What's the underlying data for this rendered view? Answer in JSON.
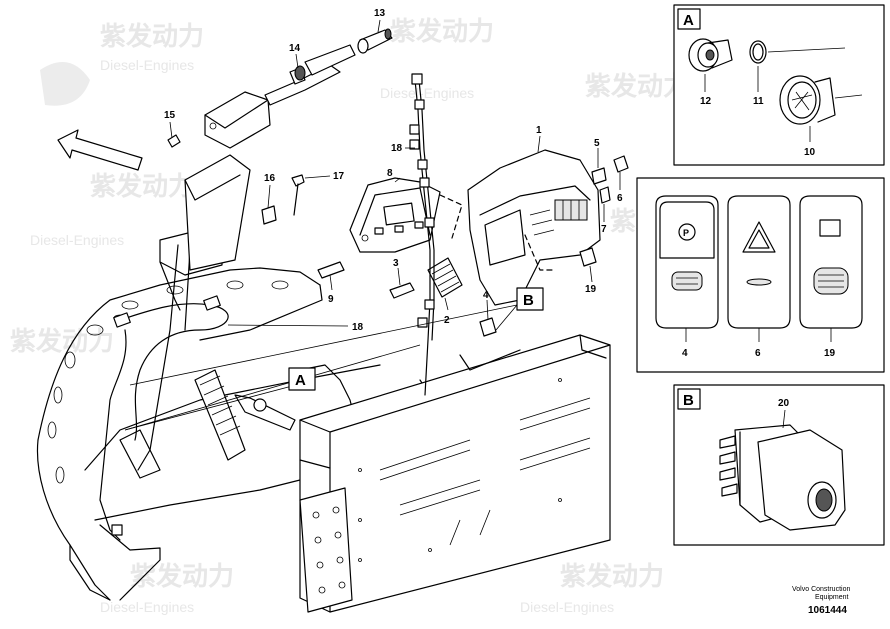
{
  "watermark": {
    "brand_cn": "紫发动力",
    "brand_en": "Diesel-Engines"
  },
  "callouts": {
    "c1": "1",
    "c2": "2",
    "c3": "3",
    "c4": "4",
    "c5": "5",
    "c6": "6",
    "c7": "7",
    "c8": "8",
    "c9": "9",
    "c13": "13",
    "c14": "14",
    "c15": "15",
    "c16": "16",
    "c17": "17",
    "c18a": "18",
    "c18b": "18",
    "c19": "19"
  },
  "detail_a": {
    "label": "A",
    "callouts": {
      "c10": "10",
      "c11": "11",
      "c12": "12"
    }
  },
  "detail_switches": {
    "callouts": {
      "c4": "4",
      "c6": "6",
      "c19": "19"
    }
  },
  "detail_b": {
    "label": "B",
    "callouts": {
      "c20": "20"
    }
  },
  "markers": {
    "a": "A",
    "b": "B"
  },
  "footer": {
    "company": "Volvo Construction",
    "line2": "Equipment",
    "doc_number": "1061444"
  }
}
